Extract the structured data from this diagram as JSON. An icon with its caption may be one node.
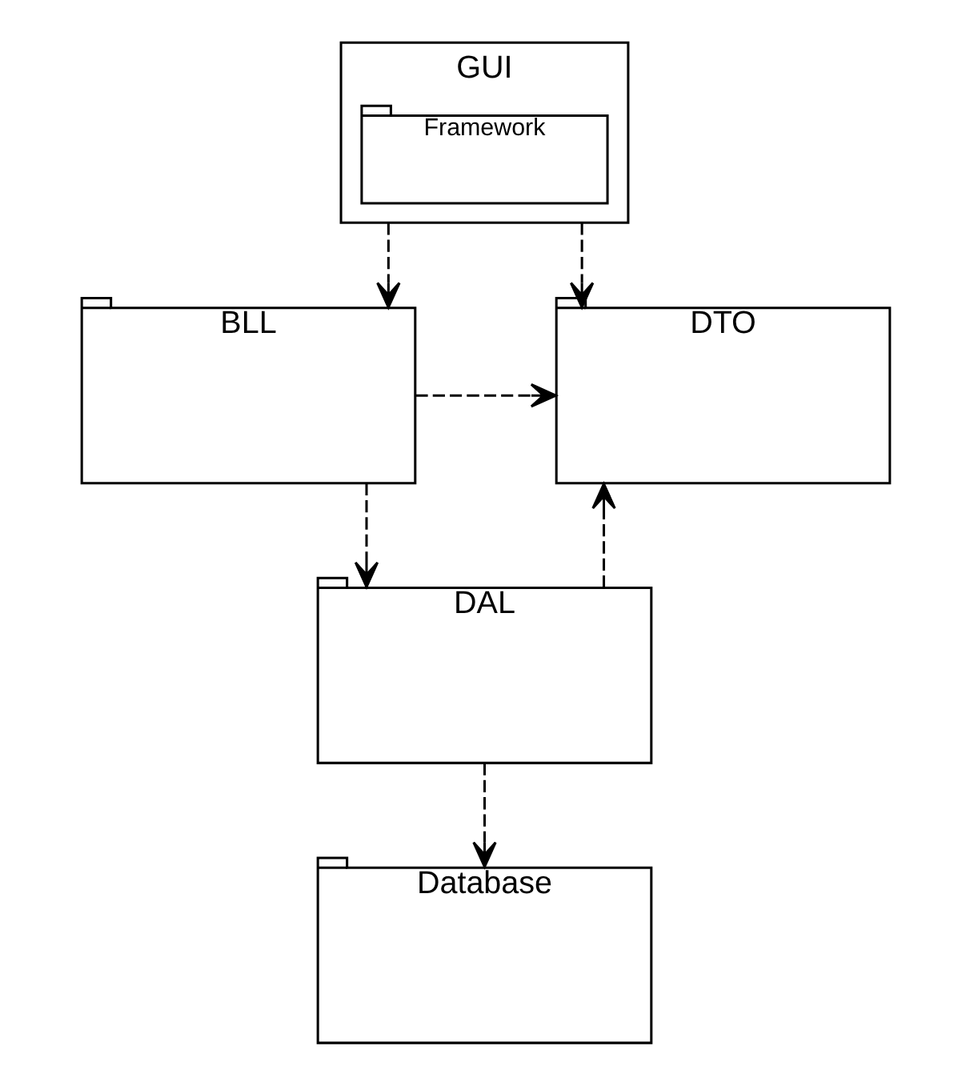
{
  "diagram": {
    "nodes": [
      {
        "text": [
          "GUI"
        ]
      },
      {
        "text": [
          "Framework"
        ],
        "in": 0
      },
      {
        "text": [
          "BLL"
        ]
      },
      {
        "text": [
          "DTO"
        ]
      },
      {
        "text": [
          "DAL"
        ]
      },
      {
        "text": [
          "Database"
        ]
      }
    ],
    "edges": [
      {
        "from": 0,
        "to": 2,
        "arrow": "to",
        "style": "dashed"
      },
      {
        "from": 0,
        "to": 3,
        "arrow": "to",
        "style": "dashed"
      },
      {
        "from": 2,
        "to": 3,
        "arrow": "to",
        "style": "dashed"
      },
      {
        "from": 2,
        "to": 4,
        "arrow": "to",
        "style": "dashed"
      },
      {
        "from": 4,
        "to": 3,
        "arrow": "to",
        "style": "dashed"
      },
      {
        "from": 4,
        "to": 5,
        "arrow": "to",
        "style": "dashed"
      }
    ]
  }
}
